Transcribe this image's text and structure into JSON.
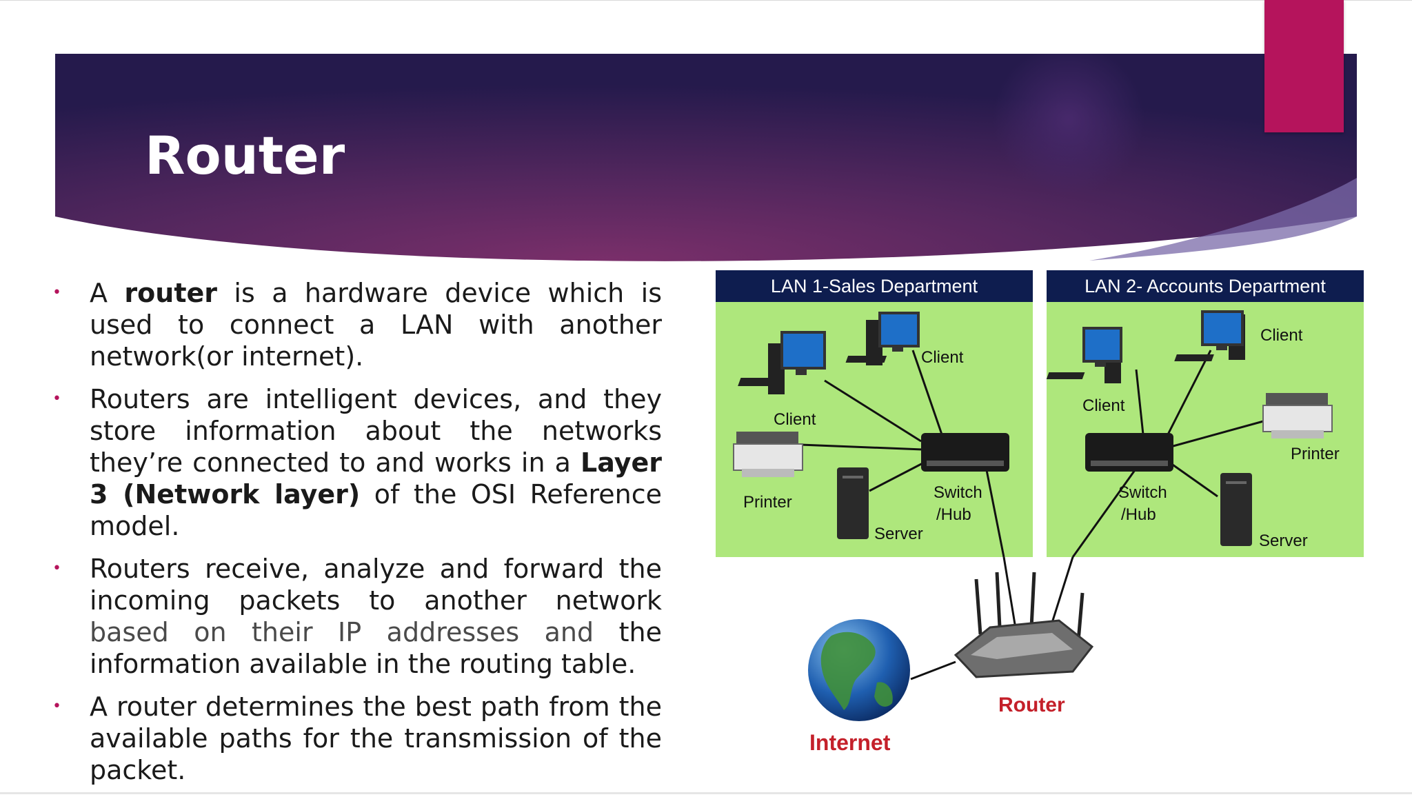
{
  "slide": {
    "title": "Router",
    "colors": {
      "banner_dark": "#2a1c52",
      "banner_mid": "#6a2c68",
      "accent": "#b5145c",
      "bullet": "#b5145c",
      "lan_bg": "#aee77c",
      "lan_header": "#0e1d4f",
      "label_red": "#c4202a"
    },
    "bullets": [
      {
        "parts": [
          "A ",
          "router",
          " is a hardware device which is used to connect a LAN with another network(or internet)."
        ]
      },
      {
        "parts": [
          "Routers are intelligent devices, and they store information about the networks they’re connected to and works in a ",
          "Layer 3 (Network layer)",
          " of the OSI Reference model."
        ]
      },
      {
        "parts": [
          "Routers receive, analyze and forward the incoming packets to another network ",
          "based on their IP addresses and",
          " the information available in the routing table."
        ]
      },
      {
        "parts": [
          "A router determines the best path from the available paths for the transmission of the packet."
        ]
      }
    ]
  },
  "diagram": {
    "lan1": {
      "header": "LAN 1-Sales Department",
      "client_top": "Client",
      "client_left": "Client",
      "printer": "Printer",
      "server": "Server",
      "switch": "Switch",
      "hub": "/Hub"
    },
    "lan2": {
      "header": "LAN 2- Accounts Department",
      "client_top": "Client",
      "client_left": "Client",
      "printer": "Printer",
      "server": "Server",
      "switch": "Switch",
      "hub": "/Hub"
    },
    "router_label": "Router",
    "internet_label": "Internet",
    "icons": [
      "desktop-pc-icon",
      "printer-icon",
      "server-tower-icon",
      "network-switch-icon",
      "wireless-router-icon",
      "globe-icon"
    ]
  }
}
